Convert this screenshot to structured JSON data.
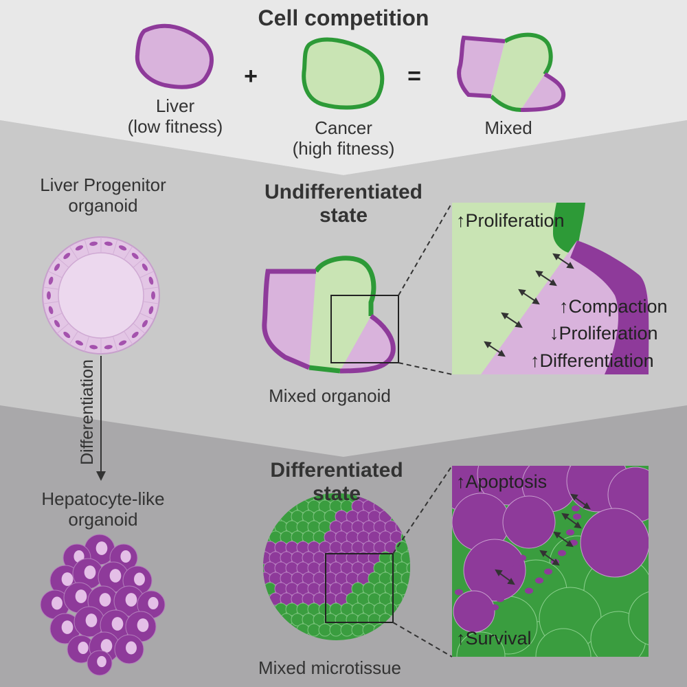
{
  "colors": {
    "liver_fill": "#d9b3dc",
    "liver_border": "#8e3a9a",
    "cancer_fill": "#c9e4b4",
    "cancer_border": "#2d9a37",
    "diff_purple": "#8e3a9a",
    "diff_green": "#3a9d3f",
    "band_top": "#e8e8e8",
    "band_mid": "#c9c9c9",
    "band_bottom": "#a9a8aa"
  },
  "top": {
    "title": "Cell competition",
    "liver_label": "Liver",
    "liver_sublabel": "(low fitness)",
    "plus": "+",
    "cancer_label": "Cancer",
    "cancer_sublabel": "(high fitness)",
    "equals": "=",
    "mixed_label": "Mixed"
  },
  "left": {
    "progenitor_line1": "Liver Progenitor",
    "progenitor_line2": "organoid",
    "arrow_label": "Differentiation",
    "hepatocyte_line1": "Hepatocyte-like",
    "hepatocyte_line2": "organoid"
  },
  "middle": {
    "title_line1": "Undifferentiated",
    "title_line2": "state",
    "caption": "Mixed organoid",
    "zoom_labels": {
      "proliferation_up": "Proliferation",
      "compaction_up": "Compaction",
      "proliferation_down": "Proliferation",
      "differentiation_up": "Differentiation"
    }
  },
  "bottom": {
    "title_line1": "Differentiated",
    "title_line2": "state",
    "caption": "Mixed microtissue",
    "zoom_labels": {
      "apoptosis_up": "Apoptosis",
      "survival_up": "Survival"
    }
  },
  "icons": {
    "up_arrow": "up-arrow-icon",
    "down_arrow": "down-arrow-icon"
  }
}
